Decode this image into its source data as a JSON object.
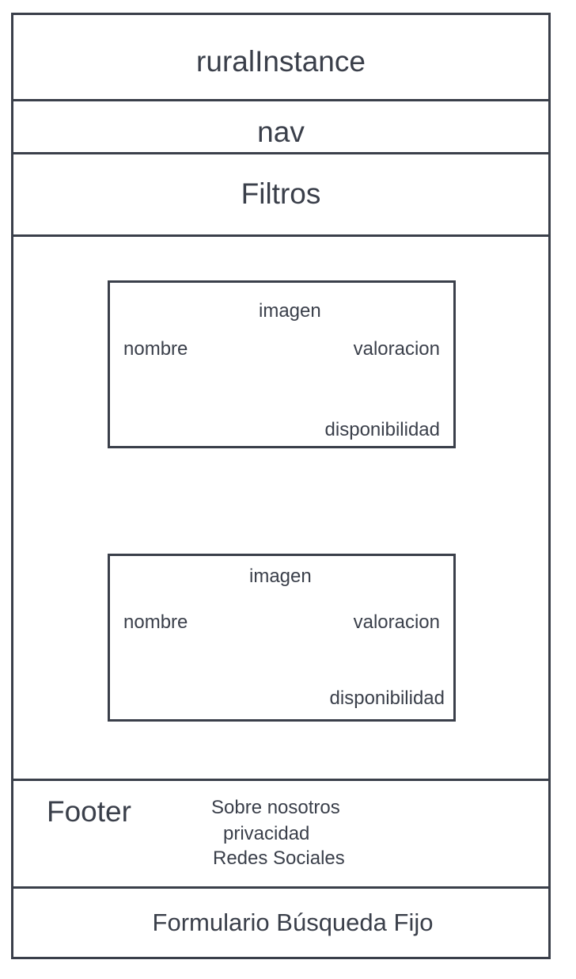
{
  "header": {
    "title": "ruralInstance"
  },
  "nav": {
    "label": "nav"
  },
  "filters": {
    "label": "Filtros"
  },
  "cards": [
    {
      "image": "imagen",
      "name": "nombre",
      "rating": "valoracion",
      "availability": "disponibilidad"
    },
    {
      "image": "imagen",
      "name": "nombre",
      "rating": "valoracion",
      "availability": "disponibilidad"
    }
  ],
  "footer": {
    "title": "Footer",
    "links": [
      "Sobre nosotros",
      "privacidad",
      "Redes Sociales"
    ]
  },
  "fixed_search_form": {
    "label": "Formulario Búsqueda Fijo"
  },
  "colors": {
    "stroke": "#3a3f4a",
    "text": "#3a3f4a",
    "background": "#ffffff"
  }
}
